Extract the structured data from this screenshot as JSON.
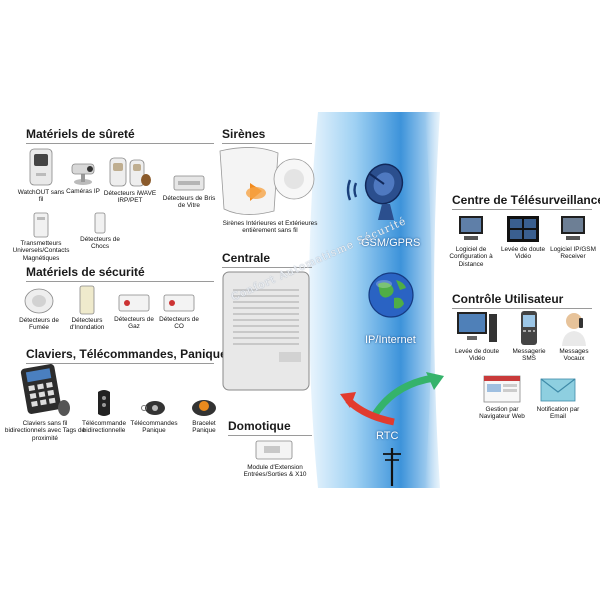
{
  "sections": {
    "surete": {
      "title": "Matériels de sûreté",
      "items": [
        "WatchOUT sans fil",
        "Caméras IP",
        "Détecteurs iWAVE IRP/PET",
        "Détecteurs de Bris de Vitre",
        "Transmetteurs Universels/Contacts Magnétiques",
        "Détecteurs de Chocs"
      ]
    },
    "securite": {
      "title": "Matériels de sécurité",
      "items": [
        "Détecteurs de Fumée",
        "Détecteurs d'Inondation",
        "Détecteurs de Gaz",
        "Détecteurs de CO"
      ]
    },
    "claviers": {
      "title": "Claviers, Télécommandes, Panique",
      "items": [
        "Claviers sans fil bidirectionnels avec Tags de proximité",
        "Télécommande bidirectionnelle",
        "Télécommandes Panique",
        "Bracelet Panique"
      ]
    },
    "sirenes": {
      "title": "Sirènes",
      "caption": "Sirènes Intérieures et Extérieures entièrement sans fil"
    },
    "centrale": {
      "title": "Centrale"
    },
    "domotique": {
      "title": "Domotique",
      "caption": "Module d'Extension Entrées/Sorties & X10"
    },
    "telesurveillance": {
      "title": "Centre de Télésurveillance",
      "items": [
        "Logiciel de Configuration à Distance",
        "Levée de doute Vidéo",
        "Logiciel IP/GSM Receiver"
      ]
    },
    "controle": {
      "title": "Contrôle Utilisateur",
      "items": [
        "Levée de doute Vidéo",
        "Messagerie SMS",
        "Messages Vocaux",
        "Gestion par Navigateur Web",
        "Notification par Email"
      ]
    }
  },
  "network": {
    "gsm": "GSM/GPRS",
    "ip": "IP/Internet",
    "rtc": "RTC"
  },
  "watermark": "Confort Automatisme Sécurité",
  "colors": {
    "band_light": "#dbeefc",
    "band_mid": "#7fc0ee",
    "band_dark": "#2a7fcf",
    "arrow_red": "#e23b2e",
    "arrow_green": "#35b36b",
    "siren_orange": "#f28a1c"
  },
  "icons": {
    "antenna": "satellite-dish-icon",
    "globe": "globe-icon",
    "pole": "telephone-pole-icon"
  }
}
